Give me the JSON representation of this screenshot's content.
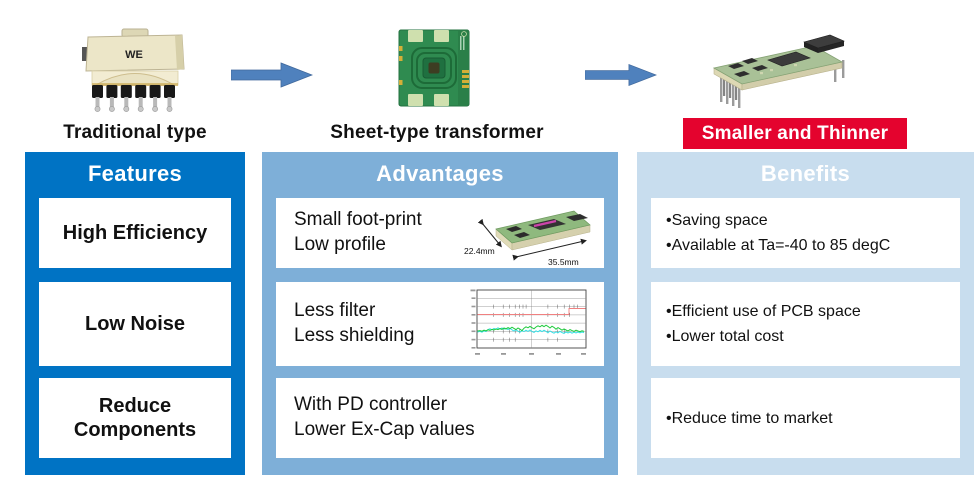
{
  "flow": {
    "stages": [
      {
        "label": "Traditional type"
      },
      {
        "label": "Sheet-type transformer"
      },
      {
        "label": "Smaller and Thinner"
      }
    ],
    "transformer_marking": "WE"
  },
  "columns": [
    {
      "header": "Features",
      "rows": [
        {
          "lines": [
            "High Efficiency"
          ]
        },
        {
          "lines": [
            "Low Noise"
          ]
        },
        {
          "lines": [
            "Reduce",
            "Components"
          ]
        }
      ]
    },
    {
      "header": "Advantages",
      "rows": [
        {
          "lines": [
            "Small foot-print",
            "Low profile"
          ],
          "dimensions": {
            "width_label": "22.4mm",
            "length_label": "35.5mm"
          }
        },
        {
          "lines": [
            "Less filter",
            "Less shielding"
          ]
        },
        {
          "lines": [
            "With PD controller",
            "Lower Ex-Cap values"
          ]
        }
      ]
    },
    {
      "header": "Benefits",
      "rows": [
        {
          "bullets": [
            "•Saving space",
            "•Available at Ta=-40 to 85 degC"
          ]
        },
        {
          "bullets": [
            "•Efficient use of PCB space",
            "•Lower total cost"
          ]
        },
        {
          "bullets": [
            "•Reduce time to market"
          ]
        }
      ]
    }
  ],
  "colors": {
    "features_bg": "#0073c4",
    "advantages_bg": "#7eafd8",
    "benefits_bg": "#c8ddee",
    "badge_bg": "#e4032e",
    "arrow": "#4f81bd",
    "emi_limit_line": "#f08080",
    "emi_trace_green": "#1ecb3c",
    "emi_trace_cyan": "#35e0e6"
  }
}
